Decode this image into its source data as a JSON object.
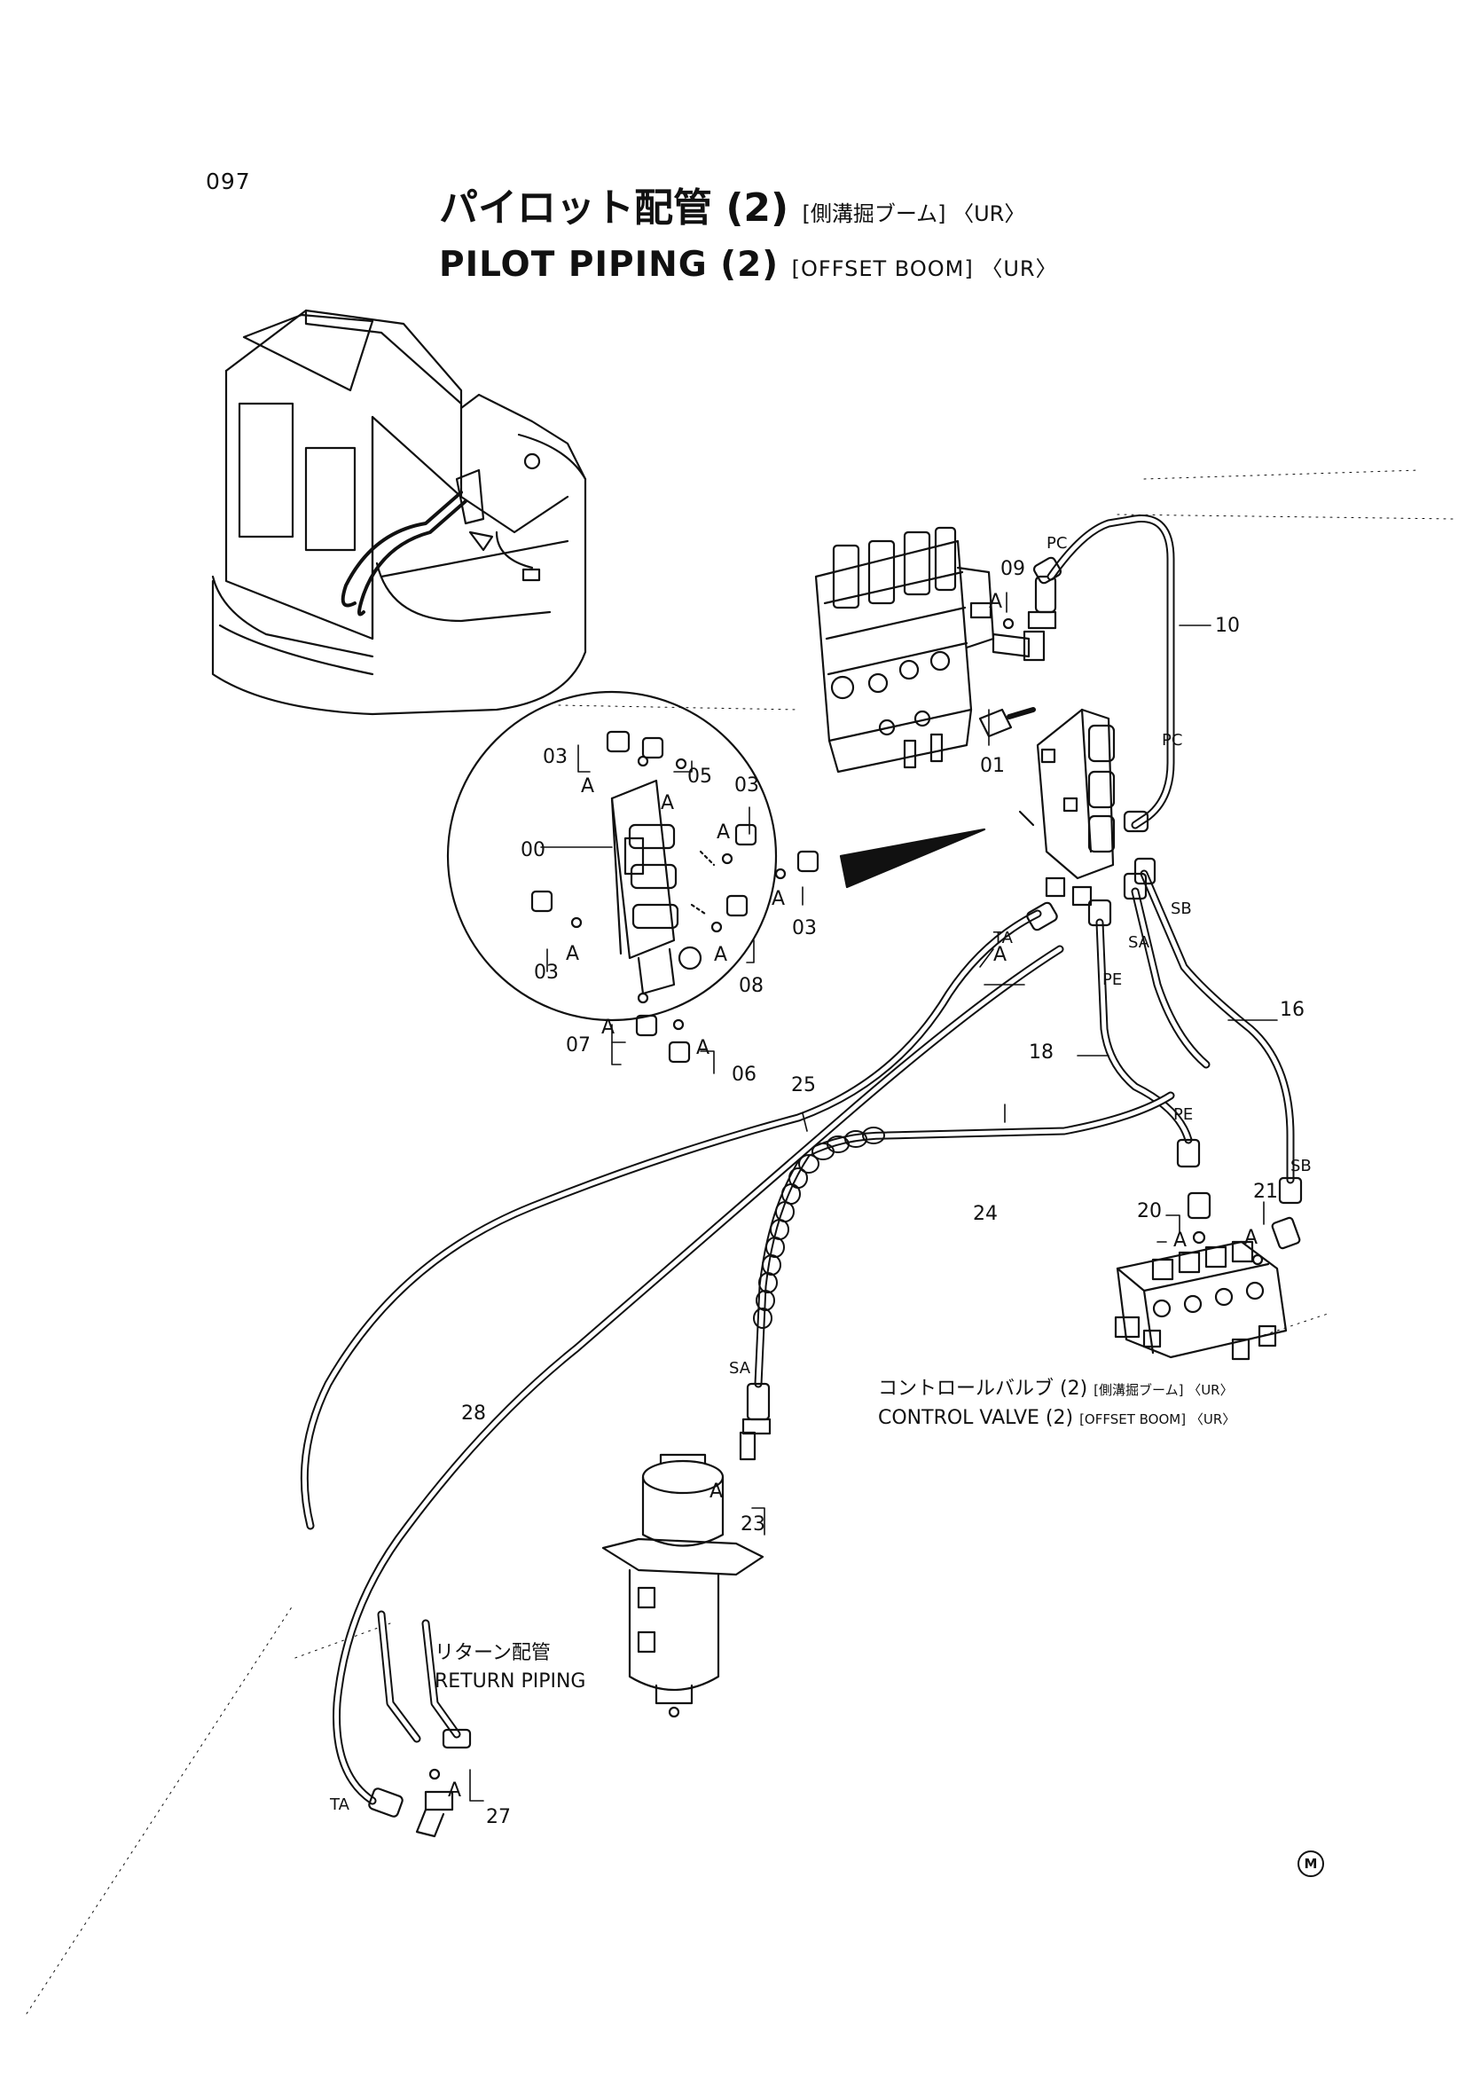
{
  "page_number": "097",
  "title": {
    "jp_main": "パイロット配管 (2)",
    "jp_sub": "[側溝掘ブーム] 〈UR〉",
    "en_main": "PILOT PIPING (2)",
    "en_sub": "[OFFSET BOOM] 〈UR〉"
  },
  "control_valve_label": {
    "jp_main": "コントロールバルブ (2)",
    "jp_sub": "[側溝掘ブーム] 〈UR〉",
    "en_main": "CONTROL VALVE (2)",
    "en_sub": "[OFFSET BOOM] 〈UR〉"
  },
  "return_piping_label": {
    "jp": "リターン配管",
    "en": "RETURN PIPING"
  },
  "part_numbers": {
    "p00": "00",
    "p01": "01",
    "p03a": "03",
    "p03b": "03",
    "p03c": "03",
    "p03d": "03",
    "p05": "05",
    "p06": "06",
    "p07": "07",
    "p08": "08",
    "p09": "09",
    "p10": "10",
    "p16": "16",
    "p18": "18",
    "p20": "20",
    "p21": "21",
    "p23": "23",
    "p24": "24",
    "p25": "25",
    "p27": "27",
    "p28": "28"
  },
  "port_labels": {
    "pc1": "PC",
    "pc2": "PC",
    "sb1": "SB",
    "sb2": "SB",
    "sa1": "SA",
    "sa2": "SA",
    "pe1": "PE",
    "pe2": "PE",
    "ta1": "TA",
    "ta2": "TA"
  },
  "a_marks": {
    "a1": "A",
    "a2": "A",
    "a3": "A",
    "a4": "A",
    "a5": "A",
    "a6": "A",
    "a7": "A",
    "a8": "A",
    "a9": "A",
    "a10": "A",
    "a11": "A",
    "a12": "A",
    "a13": "A",
    "a14": "A"
  },
  "corner_mark": "M"
}
